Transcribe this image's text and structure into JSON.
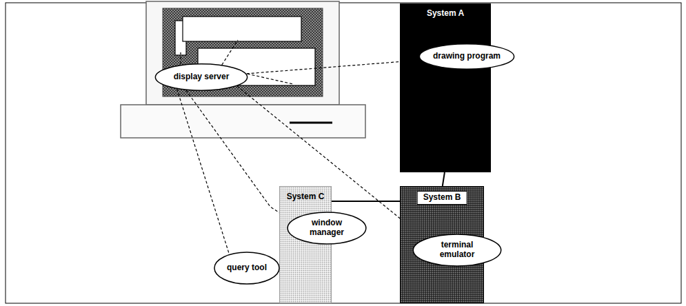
{
  "diagram": {
    "nodes": [
      {
        "text": [
          "display server"
        ]
      },
      {
        "text": [
          "System A"
        ]
      },
      {
        "text": [
          "drawing program"
        ],
        "in": 1
      },
      {
        "text": [
          "System C"
        ]
      },
      {
        "text": [
          "window manager"
        ],
        "in": 3
      },
      {
        "text": [
          "query tool"
        ],
        "in": 3
      },
      {
        "text": [
          "System B"
        ]
      },
      {
        "text": [
          "terminal emulator"
        ],
        "in": 6
      }
    ],
    "edges": [
      {
        "from": 0,
        "to": 2,
        "arrow": "none"
      },
      {
        "from": 0,
        "to": 7,
        "arrow": "none"
      },
      {
        "from": 0,
        "to": 4,
        "arrow": "none"
      },
      {
        "from": 0,
        "to": 5,
        "arrow": "none"
      },
      {
        "from": 1,
        "to": 6,
        "arrow": "none"
      },
      {
        "from": 3,
        "to": 6,
        "arrow": "none"
      }
    ]
  }
}
